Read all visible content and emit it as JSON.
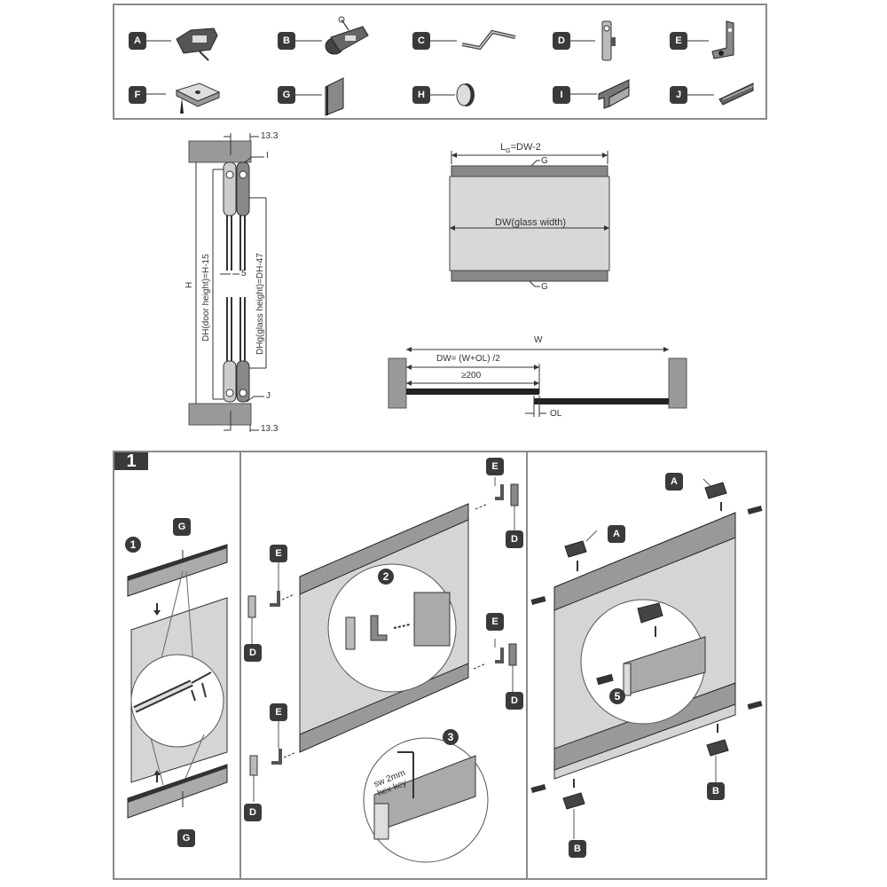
{
  "parts_legend": {
    "items": [
      {
        "letter": "A",
        "icon": "top-roller-carrier-icon"
      },
      {
        "letter": "B",
        "icon": "bottom-roller-carrier-icon"
      },
      {
        "letter": "C",
        "icon": "bracket-strip-icon"
      },
      {
        "letter": "D",
        "icon": "end-cap-icon"
      },
      {
        "letter": "E",
        "icon": "angle-bracket-icon"
      },
      {
        "letter": "F",
        "icon": "guide-plate-icon"
      },
      {
        "letter": "G",
        "icon": "glass-profile-icon"
      },
      {
        "letter": "H",
        "icon": "round-stopper-icon"
      },
      {
        "letter": "I",
        "icon": "top-track-icon"
      },
      {
        "letter": "J",
        "icon": "bottom-track-icon"
      }
    ]
  },
  "side_section": {
    "top_offset": "13.3",
    "bottom_offset": "13.3",
    "top_track": "I",
    "bottom_track": "J",
    "gap": "5",
    "height_label": "H",
    "door_height": "DH(door height)=H-15",
    "glass_height": "DHg(glass height)=DH-47"
  },
  "glass_front": {
    "profile_length_prefix": "L",
    "profile_length_sub": "G",
    "profile_length_suffix": "=DW-2",
    "top_profile": "G",
    "bottom_profile": "G",
    "glass_width": "DW(glass width)"
  },
  "overlap_plan": {
    "width_label": "W",
    "door_width_formula": "DW= (W+OL) /2",
    "min_width": "≥200",
    "overlap_label": "OL"
  },
  "assembly": {
    "step_number": "1",
    "panel1": {
      "substep": "1",
      "top_part": "G",
      "bottom_part": "G"
    },
    "panel2": {
      "substep_a": "2",
      "substep_b": "3",
      "labels": [
        "E",
        "D",
        "E",
        "D",
        "E",
        "D",
        "E",
        "D"
      ],
      "tool_line1": "sw 2mm",
      "tool_line2": "hex key"
    },
    "panel3": {
      "substep": "5",
      "top_parts": [
        "A",
        "A"
      ],
      "bottom_parts": [
        "B",
        "B"
      ]
    }
  }
}
